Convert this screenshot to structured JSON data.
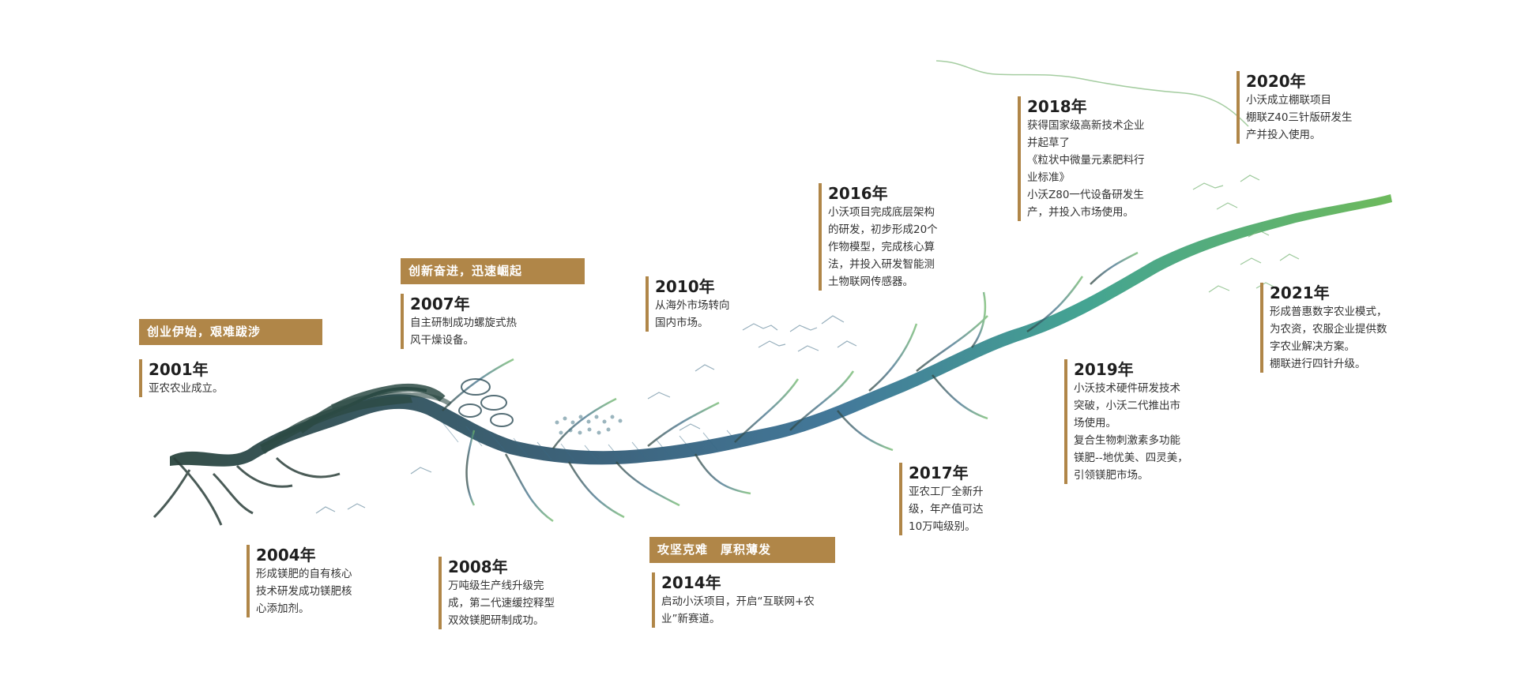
{
  "colors": {
    "accent": "#b08648",
    "river_start": "#1f3b34",
    "river_mid": "#2e6a8f",
    "river_end": "#5db24a"
  },
  "phases": [
    {
      "id": "phase-1",
      "label": "创业伊始，艰难跋涉"
    },
    {
      "id": "phase-2",
      "label": "创新奋进，迅速崛起"
    },
    {
      "id": "phase-3",
      "label": "攻坚克难　厚积薄发"
    }
  ],
  "events": [
    {
      "year": "2001年",
      "desc": "亚农农业成立。"
    },
    {
      "year": "2004年",
      "desc": "形成镁肥的自有核心\n技术研发成功镁肥核\n心添加剂。"
    },
    {
      "year": "2007年",
      "desc": "自主研制成功螺旋式热\n风干燥设备。"
    },
    {
      "year": "2008年",
      "desc": "万吨级生产线升级完\n成，第二代速缓控释型\n双效镁肥研制成功。"
    },
    {
      "year": "2010年",
      "desc": "从海外市场转向\n国内市场。"
    },
    {
      "year": "2014年",
      "desc": "启动小沃项目，开启“互联网+农\n业”新赛道。"
    },
    {
      "year": "2016年",
      "desc": "小沃项目完成底层架构\n的研发，初步形成20个\n作物模型，完成核心算\n法，并投入研发智能测\n土物联网传感器。"
    },
    {
      "year": "2017年",
      "desc": "亚农工厂全新升\n级，年产值可达\n10万吨级别。"
    },
    {
      "year": "2018年",
      "desc": "获得国家级高新技术企业\n并起草了\n《粒状中微量元素肥料行\n业标准》\n小沃Z80一代设备研发生\n产，并投入市场使用。"
    },
    {
      "year": "2019年",
      "desc": "小沃技术硬件研发技术\n突破，小沃二代推出市\n场使用。\n复合生物刺激素多功能\n镁肥--地优美、四灵美，\n引领镁肥市场。"
    },
    {
      "year": "2020年",
      "desc": "小沃成立棚联项目\n棚联Z40三针版研发生\n产并投入使用。"
    },
    {
      "year": "2021年",
      "desc": "形成普惠数字农业模式，\n为农资，农服企业提供数\n字农业解决方案。\n棚联进行四针升级。"
    }
  ]
}
